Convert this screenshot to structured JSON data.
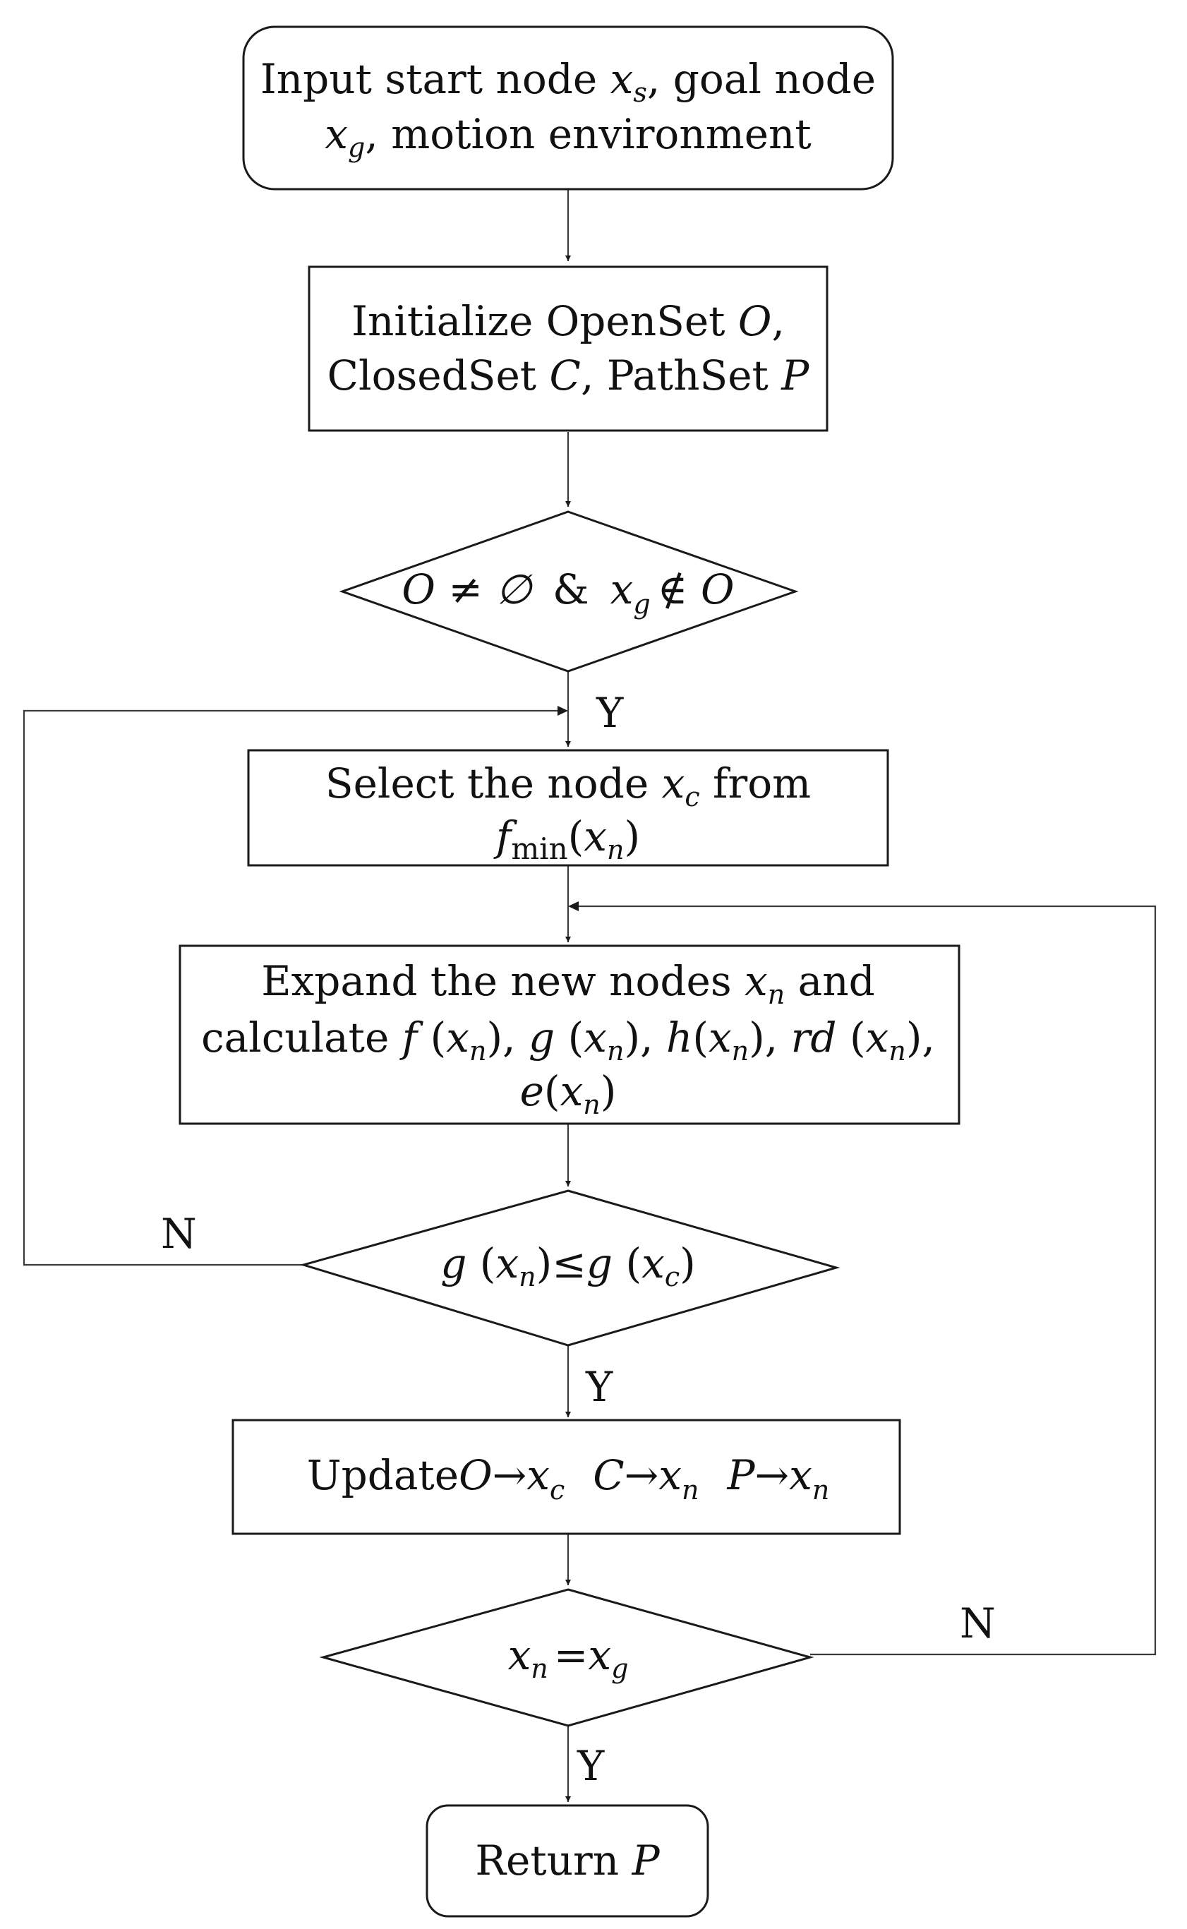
{
  "nodes": {
    "input": {
      "line1_a": "Input start node ",
      "line1_var": "x",
      "line1_sub": "s",
      "line1_b": ", goal node",
      "line2_var": "x",
      "line2_sub": "g",
      "line2_b": ", motion environment"
    },
    "initialize": {
      "line1_a": "Initialize OpenSet ",
      "line1_var": "O",
      "line1_b": ",",
      "line2_a": "ClosedSet ",
      "line2_var1": "C",
      "line2_b": ", PathSet ",
      "line2_var2": "P"
    },
    "decision1": {
      "part1": "O ≠ ∅",
      "amp": "&",
      "var": "x",
      "sub": "g",
      "part2": "∉ O"
    },
    "select": {
      "line1_a": "Select the node ",
      "line1_var": "x",
      "line1_sub": "c",
      "line1_b": " from",
      "line2_f": "f",
      "line2_sub": "min",
      "line2_open": "(",
      "line2_var": "x",
      "line2_varsub": "n",
      "line2_close": ")"
    },
    "expand": {
      "line1_a": "Expand  the new nodes ",
      "line1_var": "x",
      "line1_sub": "n",
      "line1_b": " and",
      "line2_a": "calculate ",
      "line2_f": "f",
      "line2_g": "g",
      "line2_h": "h",
      "line2_rd": "rd",
      "line3_e": "e"
    },
    "decision2": {
      "g1": "g",
      "x1": "x",
      "s1": "n",
      "op": "≤",
      "g2": "g",
      "x2": "x",
      "s2": "c"
    },
    "update": {
      "word": "Update",
      "o": "O",
      "c": "C",
      "p": "P",
      "arrow": "→",
      "x": "x",
      "sc": "c",
      "sn": "n"
    },
    "decision3": {
      "x1": "x",
      "s1": "n",
      "eq": "=",
      "x2": "x",
      "s2": "g"
    },
    "return": {
      "word": "Return ",
      "var": "P"
    }
  },
  "edge_labels": {
    "d1_yes": "Y",
    "d2_no": "N",
    "d2_yes": "Y",
    "d3_no": "N",
    "d3_yes": "Y"
  }
}
